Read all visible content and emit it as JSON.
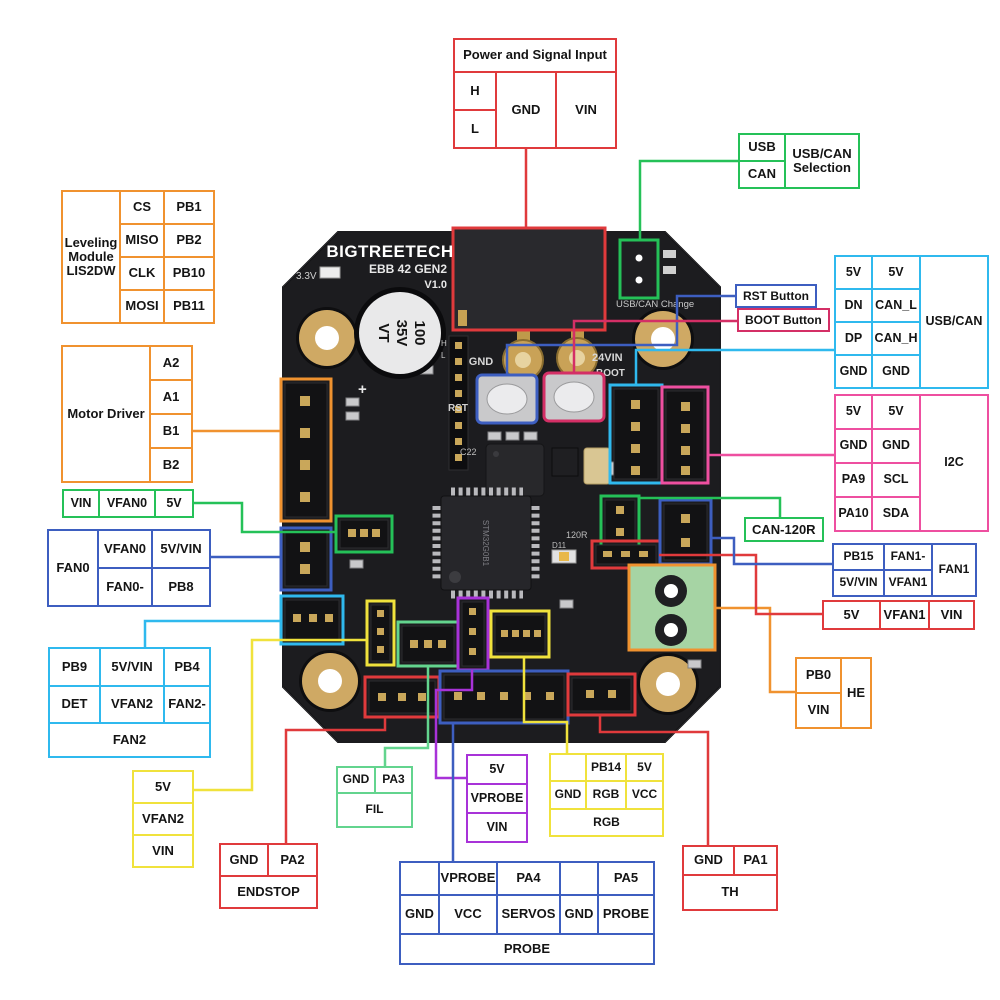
{
  "colors": {
    "red": "#e03a3c",
    "green": "#25c158",
    "light_green": "#63d48e",
    "orange": "#f0922f",
    "blue": "#3d5ec0",
    "cyan": "#2fb9ee",
    "pink": "#ee4fa0",
    "crimson": "#d42f66",
    "purple": "#a832d8",
    "yellow": "#f0e23c"
  },
  "board": {
    "brand": "BIGTREETECH",
    "model": "EBB 42 GEN2",
    "version": "V1.0",
    "silkscreen": {
      "led": "3.3V",
      "gnd": "GND",
      "vin": "24VIN",
      "boot": "BOOT",
      "rst": "RST",
      "usb_can_change": "USB/CAN Change",
      "cap_line1": "100",
      "cap_line2": "35V",
      "cap_line3": "VT",
      "plus": "+",
      "r120": "120R",
      "d11": "D11",
      "c22": "C22",
      "h": "H",
      "l": "L",
      "mcu": "STM32G0B1"
    }
  },
  "tables": {
    "power": {
      "title": "Power and Signal Input",
      "h": "H",
      "l": "L",
      "gnd": "GND",
      "vin": "VIN"
    },
    "usb_can_selection": {
      "usb": "USB",
      "can": "CAN",
      "label": "USB/CAN Selection"
    },
    "leveling": {
      "label": "Leveling Module LIS2DW",
      "rows": [
        [
          "CS",
          "PB1"
        ],
        [
          "MISO",
          "PB2"
        ],
        [
          "CLK",
          "PB10"
        ],
        [
          "MOSI",
          "PB11"
        ]
      ]
    },
    "rst_button": {
      "label": "RST Button"
    },
    "boot_button": {
      "label": "BOOT Button"
    },
    "usb_can": {
      "label": "USB/CAN",
      "rows": [
        [
          "5V",
          "5V"
        ],
        [
          "DN",
          "CAN_L"
        ],
        [
          "DP",
          "CAN_H"
        ],
        [
          "GND",
          "GND"
        ]
      ]
    },
    "i2c": {
      "label": "I2C",
      "rows": [
        [
          "5V",
          "5V"
        ],
        [
          "GND",
          "GND"
        ],
        [
          "PA9",
          "SCL"
        ],
        [
          "PA10",
          "SDA"
        ]
      ]
    },
    "motor_driver": {
      "label": "Motor Driver",
      "pins": [
        "A2",
        "A1",
        "B1",
        "B2"
      ]
    },
    "fan0_power": {
      "pins": [
        "VIN",
        "VFAN0",
        "5V"
      ]
    },
    "fan0": {
      "label": "FAN0",
      "rows": [
        [
          "VFAN0",
          "5V/VIN"
        ],
        [
          "FAN0-",
          "PB8"
        ]
      ]
    },
    "can_120r": {
      "label": "CAN-120R"
    },
    "fan1": {
      "label": "FAN1",
      "rows": [
        [
          "PB15",
          "FAN1-"
        ],
        [
          "5V/VIN",
          "VFAN1"
        ]
      ]
    },
    "fan1_power": {
      "pins": [
        "5V",
        "VFAN1",
        "VIN"
      ]
    },
    "fan2": {
      "label": "FAN2",
      "rows": [
        [
          "PB9",
          "5V/VIN",
          "PB4"
        ],
        [
          "DET",
          "VFAN2",
          "FAN2-"
        ]
      ]
    },
    "he": {
      "label": "HE",
      "pins": [
        "PB0",
        "VIN"
      ]
    },
    "fan2_power": {
      "pins": [
        "5V",
        "VFAN2",
        "VIN"
      ]
    },
    "fil": {
      "label": "FIL",
      "pins": [
        "GND",
        "PA3"
      ]
    },
    "vprobe": {
      "pins": [
        "5V",
        "VPROBE",
        "VIN"
      ]
    },
    "rgb": {
      "label": "RGB",
      "row1": [
        "PB14",
        "5V"
      ],
      "row2": [
        "GND",
        "RGB",
        "VCC"
      ]
    },
    "endstop": {
      "label": "ENDSTOP",
      "pins": [
        "GND",
        "PA2"
      ]
    },
    "probe": {
      "label": "PROBE",
      "row1": [
        "VPROBE",
        "PA4",
        "PA5"
      ],
      "row2": [
        "GND",
        "VCC",
        "SERVOS",
        "GND",
        "PROBE"
      ]
    },
    "th": {
      "label": "TH",
      "pins": [
        "GND",
        "PA1"
      ]
    }
  }
}
